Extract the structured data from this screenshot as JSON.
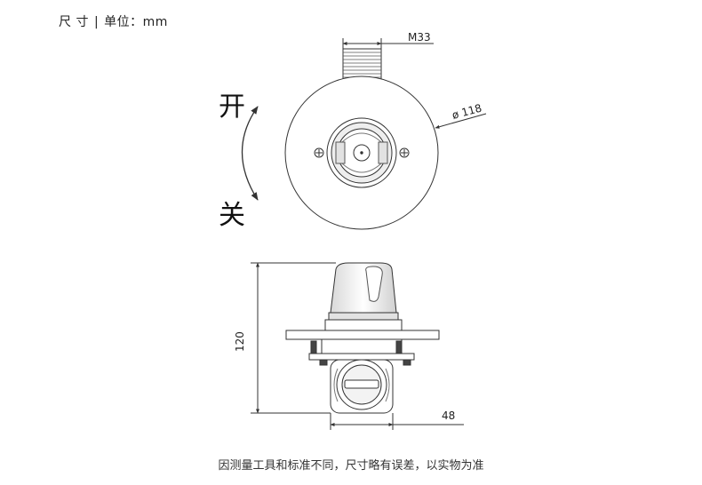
{
  "header": {
    "label": "尺 寸",
    "separator": "|",
    "unit_text": "单位：mm"
  },
  "top_view": {
    "thread_label": "M33",
    "diameter_label": "ø 118",
    "open_label": "开",
    "close_label": "关"
  },
  "side_view": {
    "height_label": "120",
    "width_label": "48"
  },
  "footer": {
    "disclaimer": "因测量工具和标准不同，尺寸略有误差，以实物为准"
  },
  "colors": {
    "line": "#333333",
    "fill": "#ffffff",
    "shade": "#e6e6e6"
  }
}
